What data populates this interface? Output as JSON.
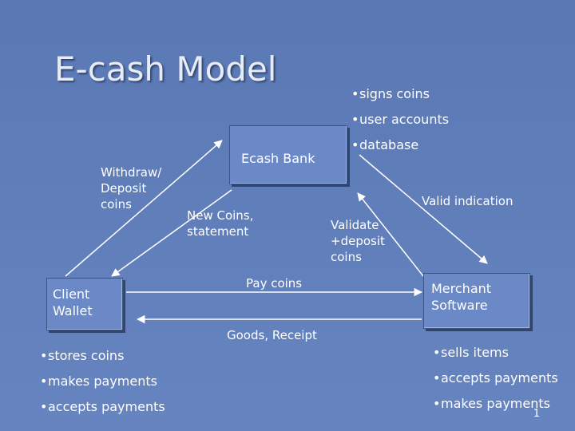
{
  "title": "E-cash Model",
  "bank": {
    "label": "Ecash Bank",
    "features": [
      "signs coins",
      "user accounts",
      "database"
    ]
  },
  "client": {
    "label_line1": "Client",
    "label_line2": "Wallet",
    "features": [
      "stores coins",
      "makes payments",
      "accepts payments"
    ]
  },
  "merchant": {
    "label_line1": "Merchant",
    "label_line2": "Software",
    "features": [
      "sells items",
      "accepts payments",
      "makes payments"
    ]
  },
  "flows": {
    "withdraw_line1": "Withdraw/",
    "withdraw_line2": "Deposit",
    "withdraw_line3": "coins",
    "new_coins_line1": "New Coins,",
    "new_coins_line2": "statement",
    "validate_line1": "Validate",
    "validate_line2": "+deposit",
    "validate_line3": "coins",
    "valid_indication": "Valid indication",
    "pay_coins": "Pay coins",
    "goods_receipt": "Goods, Receipt"
  },
  "page_number": "1",
  "colors": {
    "background": "#5f7db9",
    "box_fill": "#6a89c6",
    "box_shadow": "#31466f",
    "text": "#ffffff"
  }
}
